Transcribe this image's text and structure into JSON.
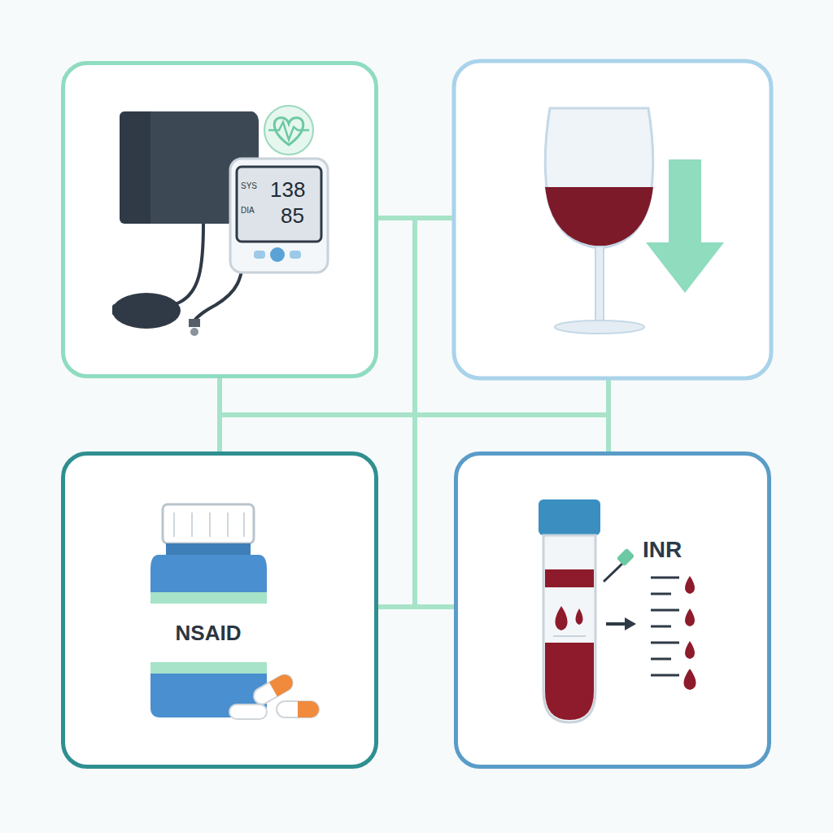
{
  "diagram": {
    "nodes": [
      {
        "text": [
          "SYS",
          "138",
          "DIA",
          "85"
        ]
      },
      {
        "text": [
          "NSAID"
        ]
      },
      {
        "text": [
          "INR"
        ]
      }
    ],
    "edges": [
      {
        "from": 0,
        "to": 1,
        "arrow": "none"
      },
      {
        "from": 1,
        "to": 2,
        "arrow": "none"
      }
    ]
  }
}
